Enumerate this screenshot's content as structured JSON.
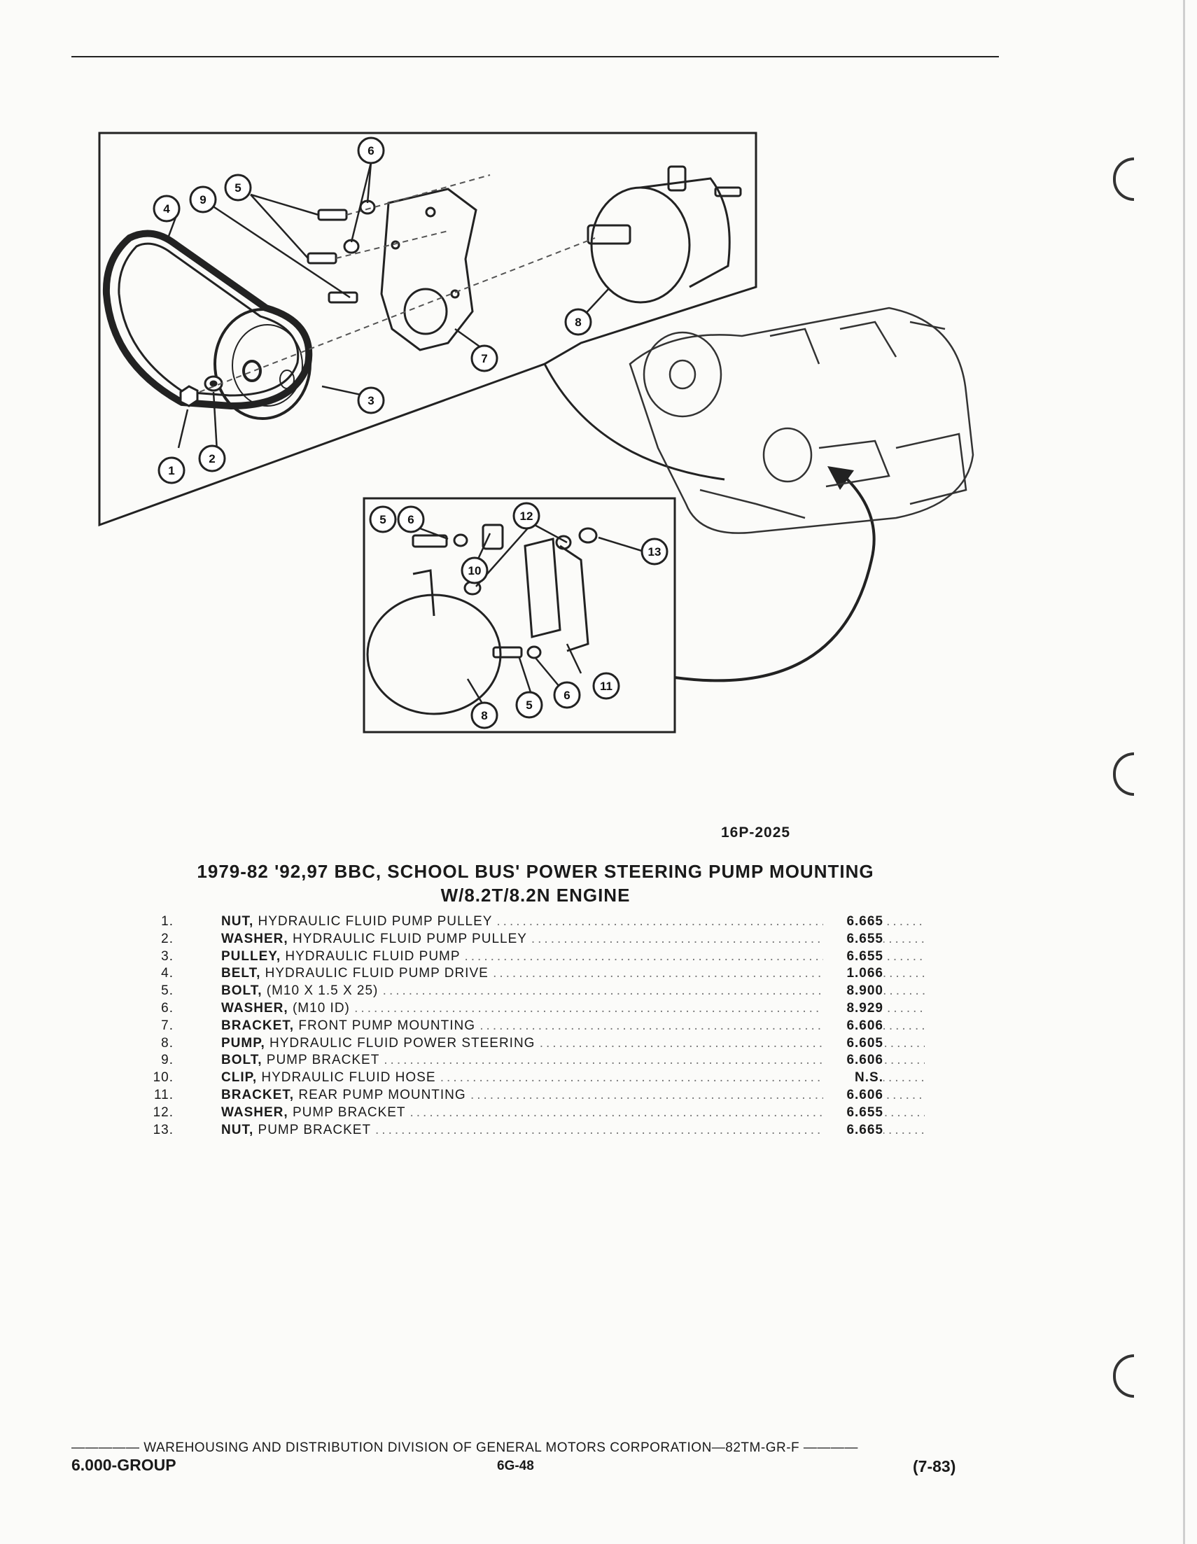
{
  "figure": {
    "id": "16P-2025",
    "callouts_main": [
      "1",
      "2",
      "3",
      "4",
      "5",
      "6",
      "7",
      "8",
      "9"
    ],
    "callouts_inset": [
      "5",
      "6",
      "10",
      "12",
      "13",
      "8",
      "5",
      "6",
      "11"
    ]
  },
  "title": {
    "line1": "1979-82 '92,97 BBC, SCHOOL BUS' POWER STEERING PUMP MOUNTING",
    "line2": "W/8.2T/8.2N ENGINE"
  },
  "parts": [
    {
      "num": "1.",
      "name": "NUT,",
      "desc": "HYDRAULIC FLUID PUMP PULLEY",
      "group": "6.665"
    },
    {
      "num": "2.",
      "name": "WASHER,",
      "desc": "HYDRAULIC FLUID PUMP PULLEY",
      "group": "6.655"
    },
    {
      "num": "3.",
      "name": "PULLEY,",
      "desc": "HYDRAULIC FLUID PUMP",
      "group": "6.655"
    },
    {
      "num": "4.",
      "name": "BELT,",
      "desc": "HYDRAULIC FLUID PUMP DRIVE",
      "group": "1.066"
    },
    {
      "num": "5.",
      "name": "BOLT,",
      "desc": "(M10 X 1.5 X 25)",
      "group": "8.900"
    },
    {
      "num": "6.",
      "name": "WASHER,",
      "desc": "(M10 ID)",
      "group": "8.929"
    },
    {
      "num": "7.",
      "name": "BRACKET,",
      "desc": "FRONT PUMP MOUNTING",
      "group": "6.606"
    },
    {
      "num": "8.",
      "name": "PUMP,",
      "desc": "HYDRAULIC FLUID POWER STEERING",
      "group": "6.605"
    },
    {
      "num": "9.",
      "name": "BOLT,",
      "desc": "PUMP BRACKET",
      "group": "6.606"
    },
    {
      "num": "10.",
      "name": "CLIP,",
      "desc": "HYDRAULIC FLUID HOSE",
      "group": "N.S."
    },
    {
      "num": "11.",
      "name": "BRACKET,",
      "desc": "REAR PUMP MOUNTING",
      "group": "6.606"
    },
    {
      "num": "12.",
      "name": "WASHER,",
      "desc": "PUMP BRACKET",
      "group": "6.655"
    },
    {
      "num": "13.",
      "name": "NUT,",
      "desc": "PUMP BRACKET",
      "group": "6.665"
    }
  ],
  "footer": {
    "line": "————— WAREHOUSING AND DISTRIBUTION DIVISION OF GENERAL MOTORS CORPORATION—82TM-GR-F ————",
    "group": "6.000-GROUP",
    "page": "6G-48",
    "date": "(7-83)"
  }
}
